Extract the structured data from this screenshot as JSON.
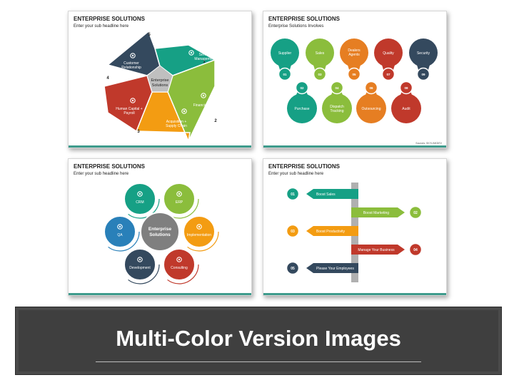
{
  "slide1": {
    "title": "ENTERPRISE SOLUTIONS",
    "subtitle": "Enter your sub headline here",
    "center": [
      "Enterprise",
      "Solutions"
    ],
    "segments": [
      {
        "num": "1",
        "label": [
          "Service",
          "Management"
        ],
        "color": "#16a085",
        "icon": "gear-icon"
      },
      {
        "num": "2",
        "label": [
          "Financials"
        ],
        "color": "#8bbd3c",
        "icon": "money-bag-icon"
      },
      {
        "num": "3",
        "label": [
          "Acquisition +",
          "Supply Chain"
        ],
        "color": "#f39c12",
        "icon": "person-icon"
      },
      {
        "num": "4",
        "label": [
          "Human Capital +",
          "Payroll"
        ],
        "color": "#c0392b",
        "icon": "people-icon"
      },
      {
        "num": "5",
        "label": [
          "Customer",
          "Relationship"
        ],
        "color": "#34495e",
        "icon": "handshake-icon"
      }
    ]
  },
  "slide2": {
    "title": "ENTERPRISE SOLUTIONS",
    "subtitle": "Enterprise Solutions Involves",
    "source": "Sources: SKYLINKDEV",
    "top": [
      {
        "label": "Supplier",
        "num": "01",
        "color": "#16a085"
      },
      {
        "label": "Sales",
        "num": "03",
        "color": "#8bbd3c"
      },
      {
        "label": "Dealers Agents",
        "num": "05",
        "color": "#e67e22"
      },
      {
        "label": "Quality",
        "num": "07",
        "color": "#c0392b"
      },
      {
        "label": "Security",
        "num": "09",
        "color": "#34495e"
      }
    ],
    "bottom": [
      {
        "label": "Purchase",
        "num": "02",
        "color": "#16a085"
      },
      {
        "label": "Dispatch Tracking",
        "num": "04",
        "color": "#8bbd3c"
      },
      {
        "label": "Outsourcing",
        "num": "06",
        "color": "#e67e22"
      },
      {
        "label": "Audit",
        "num": "08",
        "color": "#c0392b"
      }
    ]
  },
  "slide3": {
    "title": "ENTERPRISE SOLUTIONS",
    "subtitle": "Enter your sub headline here",
    "center": [
      "Enterprise",
      "Solutions"
    ],
    "items": [
      {
        "label": "CRM",
        "color": "#16a085",
        "icon": "crm-icon"
      },
      {
        "label": "ERP",
        "color": "#8bbd3c",
        "icon": "gear-icon"
      },
      {
        "label": "Implementation",
        "color": "#f39c12",
        "icon": "gear-icon"
      },
      {
        "label": "Consulting",
        "color": "#c0392b",
        "icon": "people-icon"
      },
      {
        "label": "Development",
        "color": "#34495e",
        "icon": "gear-icon"
      },
      {
        "label": "QA",
        "color": "#2980b9",
        "icon": "gear-icon"
      }
    ]
  },
  "slide4": {
    "title": "ENTERPRISE SOLUTIONS",
    "subtitle": "Enter your sub headline here",
    "steps": [
      {
        "num": "01",
        "label": "Boost Sales",
        "color": "#16a085",
        "side": "left"
      },
      {
        "num": "02",
        "label": "Boost Marketing",
        "color": "#8bbd3c",
        "side": "right"
      },
      {
        "num": "03",
        "label": "Boost Productivity",
        "color": "#f39c12",
        "side": "left"
      },
      {
        "num": "04",
        "label": "Manage Your Business",
        "color": "#c0392b",
        "side": "right"
      },
      {
        "num": "05",
        "label": "Please Your Employees",
        "color": "#34495e",
        "side": "left"
      }
    ]
  },
  "banner": {
    "text": "Multi-Color Version Images"
  }
}
